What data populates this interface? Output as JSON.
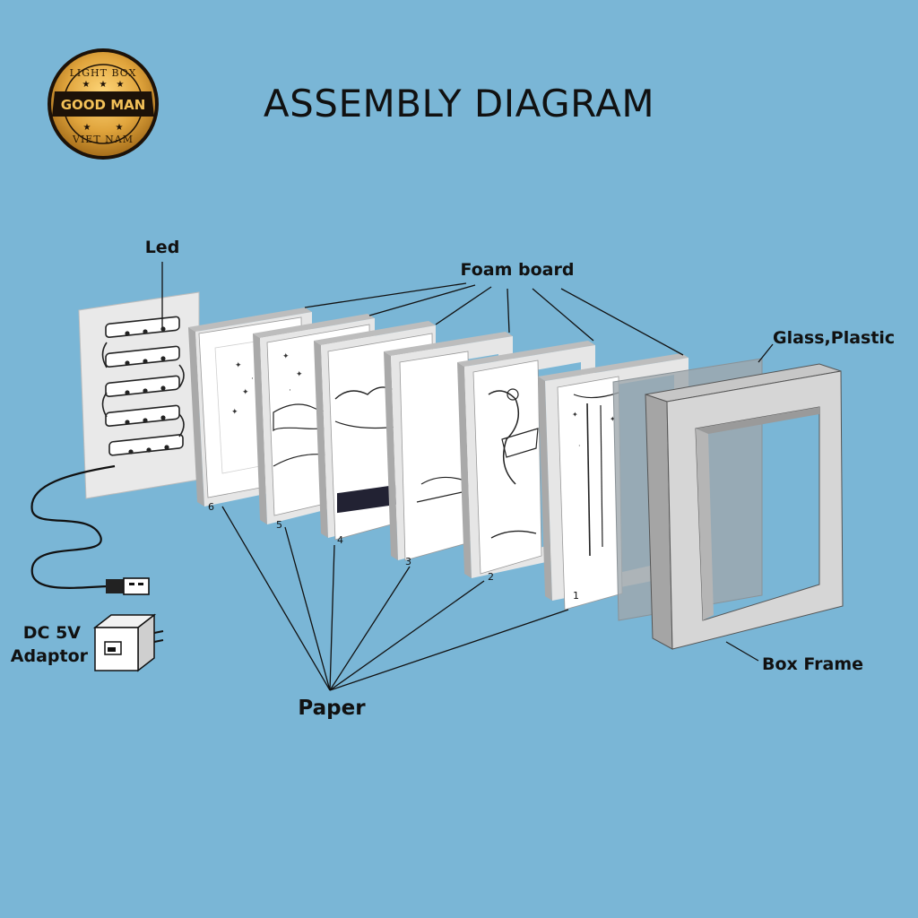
{
  "title": "ASSEMBLY DIAGRAM",
  "logo": {
    "top_text": "LIGHT BOX",
    "middle_text": "GOOD MAN",
    "bottom_text": "VIET NAM"
  },
  "labels": {
    "led": "Led",
    "foam_board": "Foam board",
    "glass_plastic": "Glass,Plastic",
    "dc_line1": "DC 5V",
    "dc_line2": "Adaptor",
    "paper": "Paper",
    "box_frame": "Box Frame"
  },
  "paper_numbers": [
    "6",
    "5",
    "4",
    "3",
    "2",
    "1"
  ],
  "colors": {
    "background": "#7ab6d6",
    "foam_board": "#e6e6e6",
    "foam_edge": "#a9a9a9",
    "paper": "#ffffff",
    "glass": "#9fa7ad",
    "frame_face": "#d6d6d6",
    "frame_side": "#a5a5a5",
    "logo_gold": "#e0a43c",
    "logo_band": "#1d1208"
  }
}
